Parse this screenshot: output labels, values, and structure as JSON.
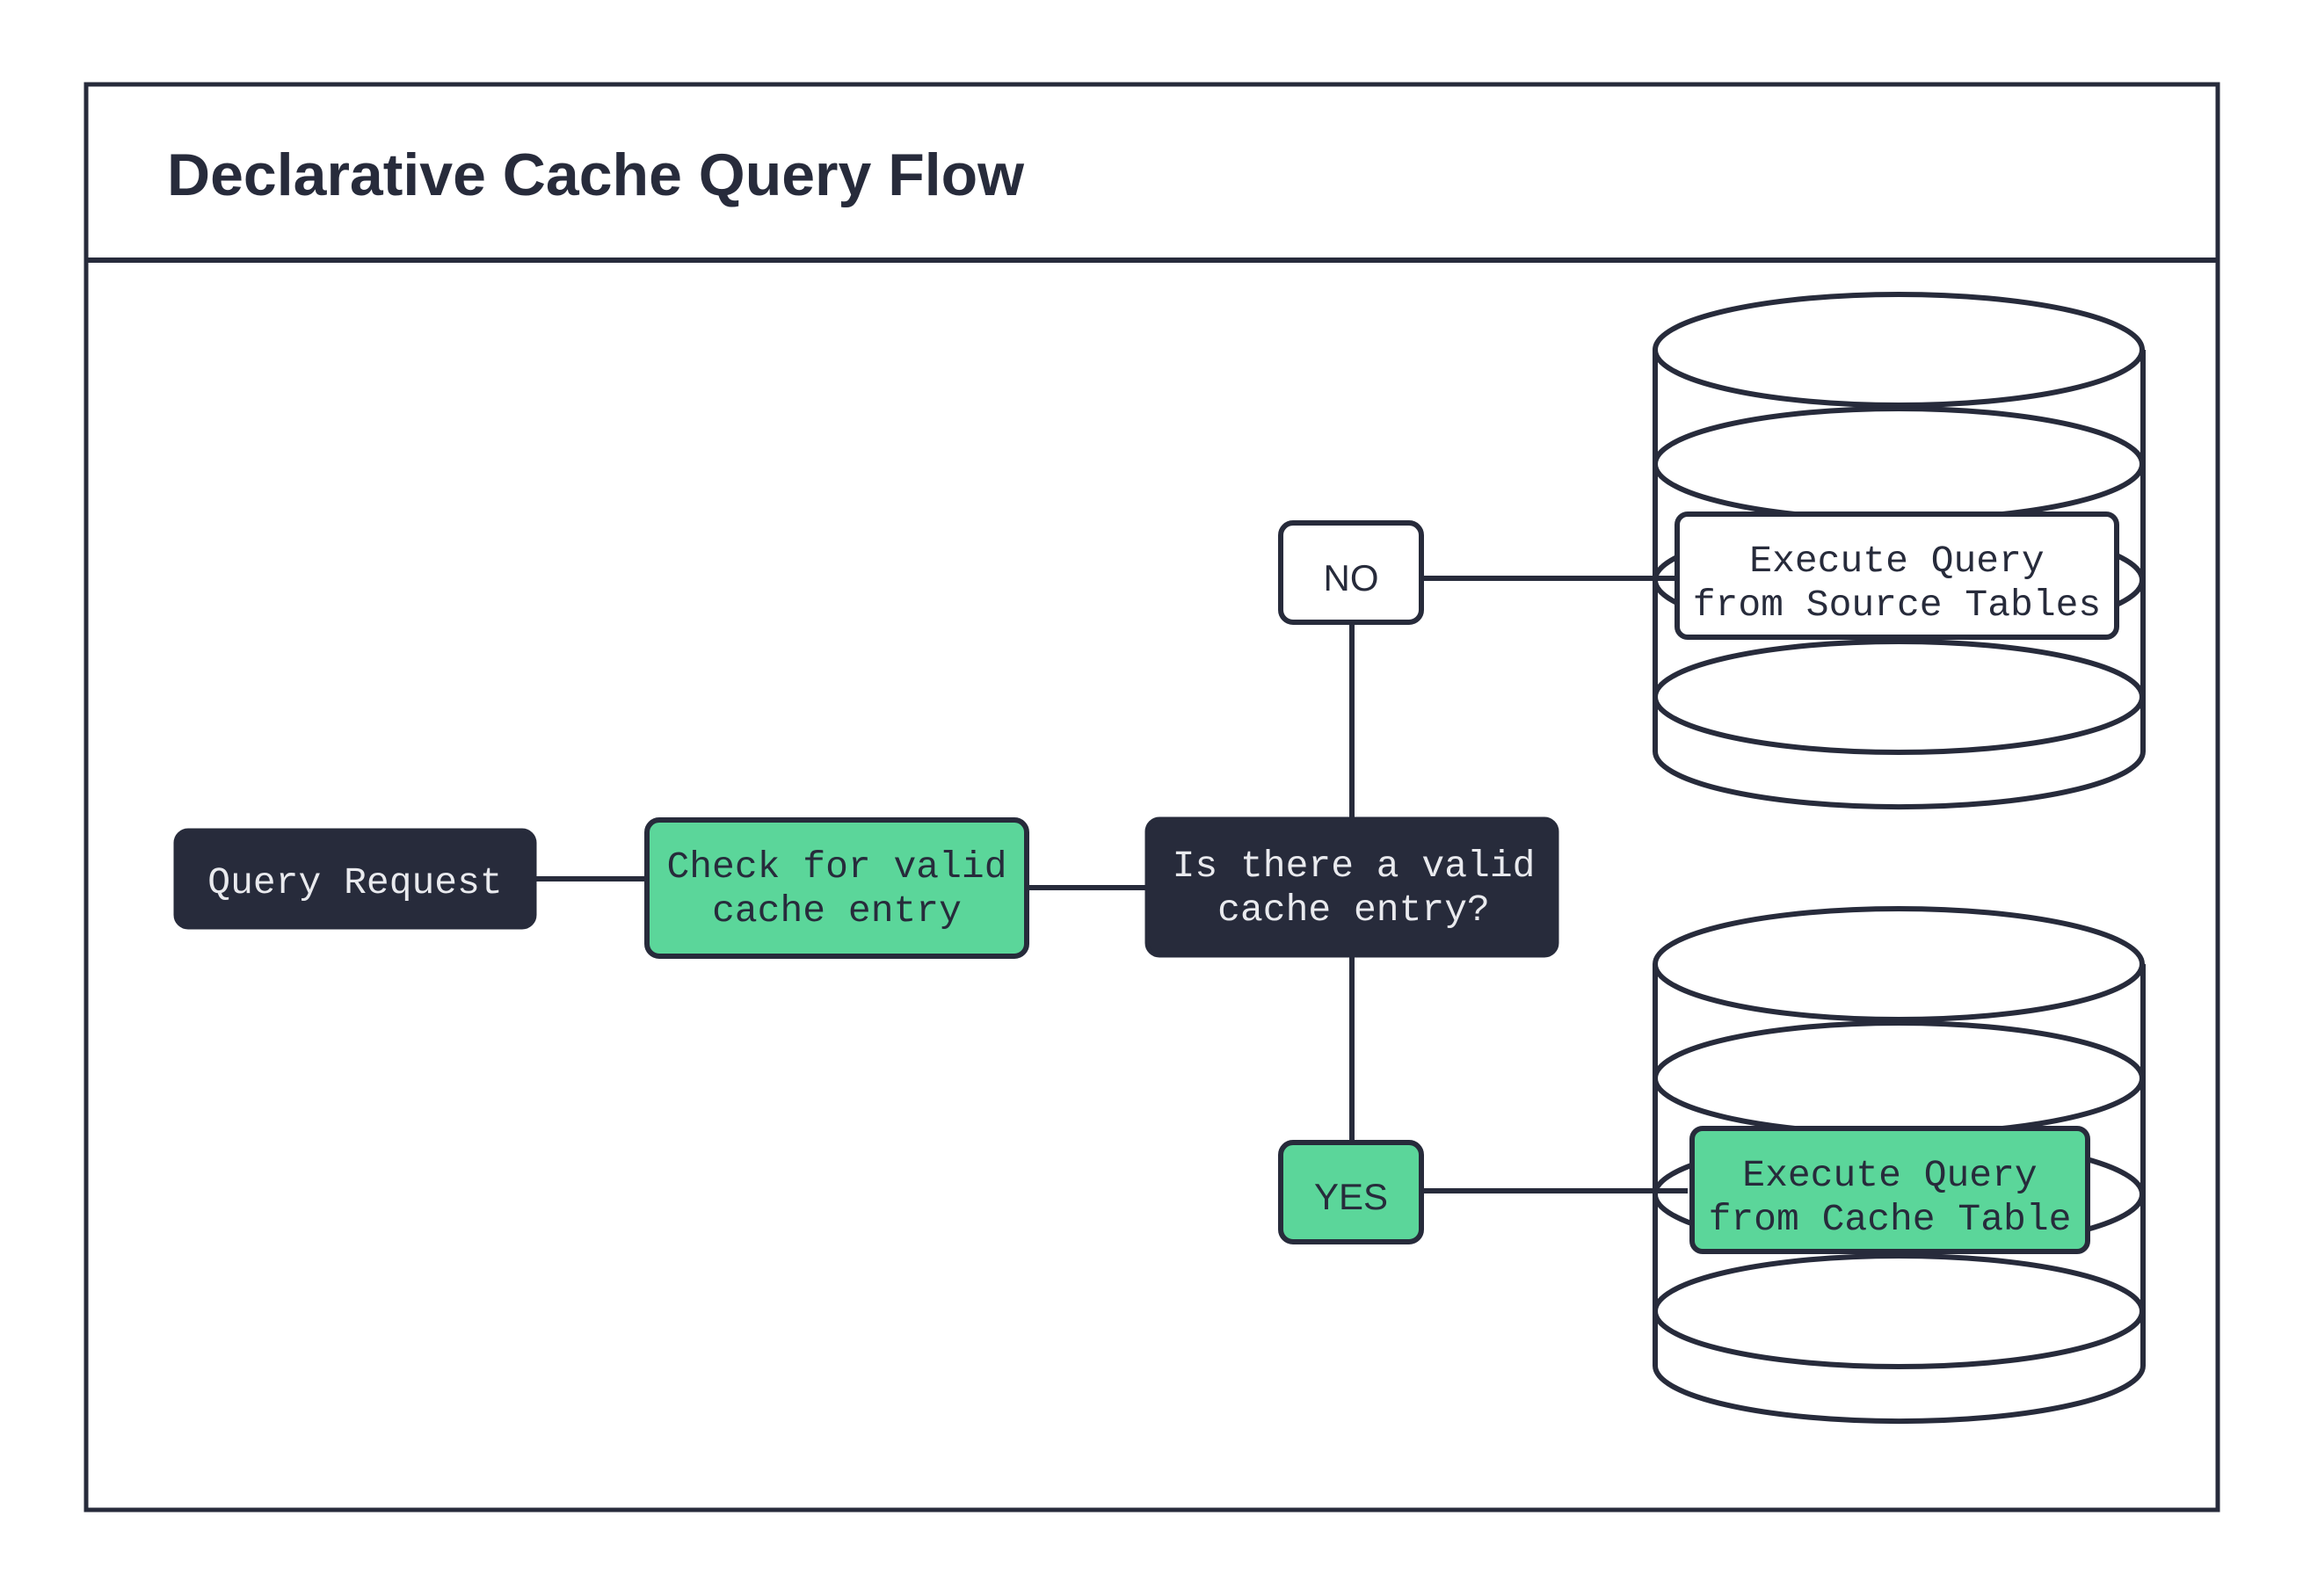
{
  "page": {
    "title": "Declarative Cache Query Flow",
    "background": "#ffffff"
  },
  "colors": {
    "ink": "#272b3b",
    "green": "#5bd69a",
    "white": "#ffffff",
    "text_on_dark": "#e9eaee"
  },
  "diagram": {
    "type": "flowchart",
    "nodes": [
      {
        "id": "query-request",
        "label": "Query Request",
        "shape": "rounded-rect",
        "style": "dark",
        "lines": [
          "Query Request"
        ]
      },
      {
        "id": "check-cache",
        "label": "Check for valid cache entry",
        "shape": "rounded-rect",
        "style": "green",
        "lines": [
          "Check for valid",
          "cache entry"
        ]
      },
      {
        "id": "decision",
        "label": "Is there a valid cache entry?",
        "shape": "rounded-rect",
        "style": "dark",
        "lines": [
          "Is there a valid",
          "cache entry?"
        ]
      },
      {
        "id": "branch-no",
        "label": "NO",
        "shape": "rounded-rect",
        "style": "white",
        "lines": [
          "NO"
        ]
      },
      {
        "id": "branch-yes",
        "label": "YES",
        "shape": "rounded-rect",
        "style": "green",
        "lines": [
          "YES"
        ]
      },
      {
        "id": "source-tables",
        "label": "Execute Query from Source Tables",
        "shape": "database-cylinder",
        "style": "white",
        "lines": [
          "Execute Query",
          "from Source Tables"
        ]
      },
      {
        "id": "cache-table",
        "label": "Execute Query from Cache Table",
        "shape": "database-cylinder",
        "style": "green",
        "lines": [
          "Execute Query",
          "from Cache Table"
        ]
      }
    ],
    "edges": [
      {
        "from": "query-request",
        "to": "check-cache",
        "label": ""
      },
      {
        "from": "check-cache",
        "to": "decision",
        "label": ""
      },
      {
        "from": "decision",
        "to": "branch-no",
        "label": ""
      },
      {
        "from": "branch-no",
        "to": "source-tables",
        "label": ""
      },
      {
        "from": "decision",
        "to": "branch-yes",
        "label": ""
      },
      {
        "from": "branch-yes",
        "to": "cache-table",
        "label": ""
      }
    ]
  }
}
